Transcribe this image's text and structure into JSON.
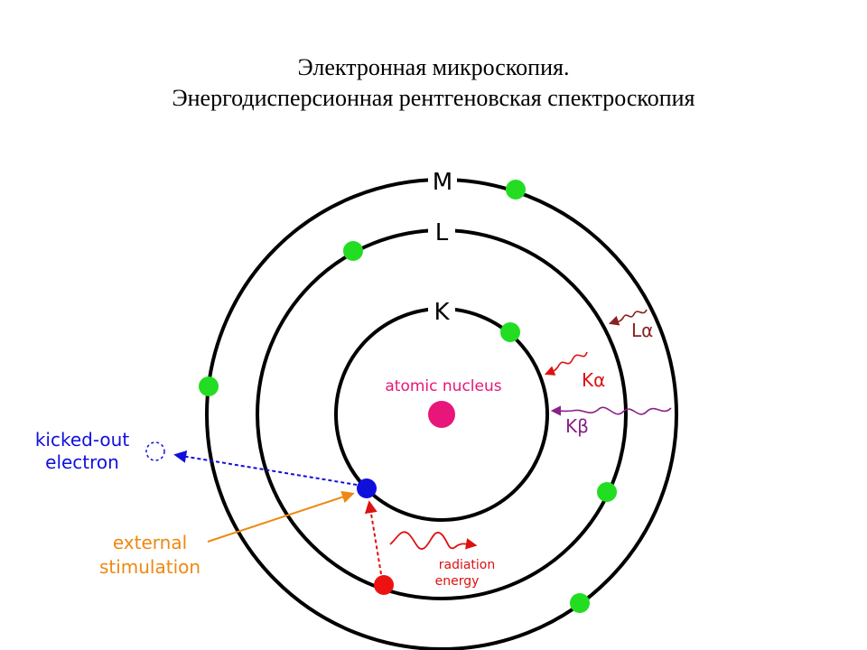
{
  "title": {
    "line1": "Электронная микроскопия.",
    "line2": "Энергодисперсионная рентгеновская спектроскопия"
  },
  "shells": {
    "k": "K",
    "l": "L",
    "m": "M"
  },
  "labels": {
    "nucleus": "atomic nucleus",
    "kicked_out_1": "kicked-out",
    "kicked_out_2": "electron",
    "stimulation_1": "external",
    "stimulation_2": "stimulation",
    "radiation_1": "radiation",
    "radiation_2": "energy",
    "l_alpha": "Lα",
    "k_alpha": "Kα",
    "k_beta": "Kβ"
  },
  "colors": {
    "electron": "#22dd22",
    "nucleus": "#e8167a",
    "kicked": "#1010dd",
    "stimulation": "#ee8811",
    "radiation": "#dd1111",
    "l_alpha": "#882222",
    "k_alpha": "#dd1111",
    "k_beta": "#882288"
  }
}
